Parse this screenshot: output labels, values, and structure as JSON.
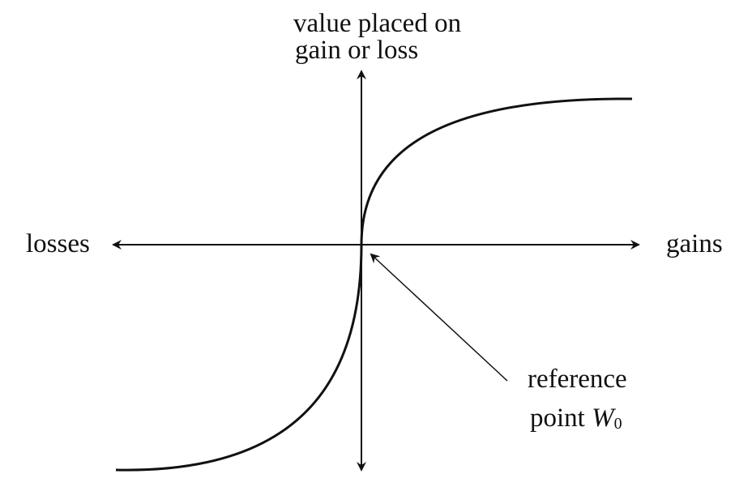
{
  "labels": {
    "y_axis_line1": "value placed on",
    "y_axis_line2": "gain or loss",
    "x_left": "losses",
    "x_right": "gains",
    "ref_line1": "reference",
    "ref_line2_prefix": "point",
    "ref_symbol": "W",
    "ref_subscript": "0"
  },
  "colors": {
    "ink": "#111111",
    "background": "#ffffff"
  }
}
